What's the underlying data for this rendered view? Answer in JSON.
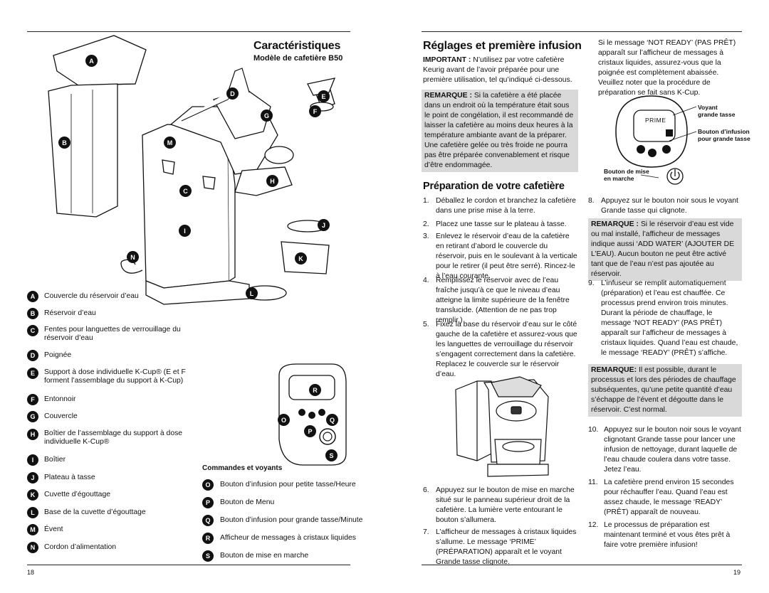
{
  "left": {
    "title": "Caractéristiques",
    "subtitle": "Modèle de cafetière B50",
    "legend": [
      {
        "k": "A",
        "t": "Couvercle du réservoir d’eau"
      },
      {
        "k": "B",
        "t": "Réservoir d’eau"
      },
      {
        "k": "C",
        "t": "Fentes pour languettes de verrouillage du réservoir d’eau"
      },
      {
        "k": "D",
        "t": "Poignée"
      },
      {
        "k": "E",
        "t": "Support à dose individuelle K-Cup® (E et F forment l’assemblage du support à K-Cup)"
      },
      {
        "k": "F",
        "t": "Entonnoir"
      },
      {
        "k": "G",
        "t": "Couvercle"
      },
      {
        "k": "H",
        "t": "Boîtier de l’assemblage du support à dose individuelle K-Cup®"
      },
      {
        "k": "I",
        "t": "Boîtier"
      },
      {
        "k": "J",
        "t": "Plateau à tasse"
      },
      {
        "k": "K",
        "t": "Cuvette d’égouttage"
      },
      {
        "k": "L",
        "t": "Base de la cuvette d’égouttage"
      },
      {
        "k": "M",
        "t": "Évent"
      },
      {
        "k": "N",
        "t": "Cordon d’alimentation"
      }
    ],
    "controls_title": "Commandes et voyants",
    "controls": [
      {
        "k": "O",
        "t": "Bouton d’infusion pour petite tasse/Heure"
      },
      {
        "k": "P",
        "t": "Bouton de Menu"
      },
      {
        "k": "Q",
        "t": "Bouton d’infusion pour grande tasse/Minute"
      },
      {
        "k": "R",
        "t": "Afficheur de messages à cristaux liquides"
      },
      {
        "k": "S",
        "t": "Bouton de mise en marche"
      }
    ],
    "page_number": "18"
  },
  "right": {
    "title": "Réglages et première infusion",
    "important_label": "IMPORTANT :",
    "important_text": " N’utilisez par votre cafetière Keurig avant de l’avoir préparée pour une première utilisation, tel qu’indiqué ci-dessous.",
    "note1_label": "REMARQUE :",
    "note1_text": " Si la cafetière a été placée dans un endroit où la température était sous le point de congélation, il est recommandé de laisser la cafetière au moins deux heures à la température ambiante avant de la préparer. Une cafetière gelée ou très froide ne pourra pas être préparée convenablement et risque d’être endommagée.",
    "section2_title": "Préparation de votre cafetière",
    "steps_a": [
      {
        "n": "1.",
        "t": "Déballez le cordon et branchez la cafetière dans une prise mise à la terre."
      },
      {
        "n": "2.",
        "t": "Placez une tasse sur le plateau à tasse."
      },
      {
        "n": "3.",
        "t": "Enlevez le réservoir d’eau de la cafetière en retirant d’abord le couvercle du réservoir, puis en le soulevant à la verticale pour le retirer (il peut être serré). Rincez-le à l’eau courante."
      },
      {
        "n": "4.",
        "t": "Remplissez le réservoir avec de l’eau fraîche jusqu’à ce que le niveau d’eau atteigne la limite supérieure de la fenêtre translucide. (Attention de ne pas trop remplir.)"
      },
      {
        "n": "5.",
        "t": "Fixez la base du réservoir d’eau sur le côté gauche de la cafetière et assurez-vous que les languettes de verrouillage du réservoir s’engagent correctement dans la cafetière. Replacez le couvercle sur le réservoir d’eau."
      }
    ],
    "steps_b": [
      {
        "n": "6.",
        "t": "Appuyez sur le bouton de mise en marche situé sur le panneau supérieur droit de la cafetière. La lumière verte entourant le bouton s’allumera."
      },
      {
        "n": "7.",
        "t": "L’afficheur de messages à cristaux liquides s’allume. Le message ‘PRIME’ (PRÉPARATION) apparaît et le voyant Grande tasse clignote."
      }
    ],
    "col2_intro": "Si le message ‘NOT READY’ (PAS PRÊT) apparaît sur l’afficheur de messages à cristaux liquides, assurez-vous que la poignée est complètement abaissée. Veuillez noter que la procédure de préparation se fait sans K-Cup.",
    "panel": {
      "prime": "PRIME",
      "voyant": "Voyant",
      "voyant2": "grande tasse",
      "bouton1": "Bouton d’infusion",
      "bouton2": "pour grande tasse",
      "power1": "Bouton de mise",
      "power2": "en marche"
    },
    "step8": {
      "n": "8.",
      "t": "Appuyez sur le bouton noir sous le voyant Grande tasse qui clignote."
    },
    "note2_label": "REMARQUE :",
    "note2_text": " Si le réservoir d’eau est vide ou mal installé, l’afficheur de messages indique aussi ‘ADD WATER’ (AJOUTER DE L’EAU). Aucun bouton ne peut être activé tant que de l’eau n’est pas ajoutée au réservoir.",
    "step9": {
      "n": "9.",
      "t": "L’infuseur se remplit automatiquement (préparation) et l’eau est chauffée. Ce processus prend environ trois minutes. Durant la période de chauffage, le message ‘NOT READY’ (PAS PRÊT) apparaît sur l’afficheur de messages à cristaux liquides. Quand l’eau est chaude, le message ‘READY’ (PRÊT) s’affiche."
    },
    "note3_label": "REMARQUE:",
    "note3_text": "  Il est possible, durant le processus et lors des périodes de chauffage subséquentes, qu’une petite quantité d’eau s’échappe de l’évent et dégoutte dans le réservoir. C’est normal.",
    "steps_c": [
      {
        "n": "10.",
        "t": "Appuyez sur le bouton noir sous le voyant clignotant Grande tasse pour lancer une infusion de nettoyage, durant laquelle de l’eau chaude coulera dans votre tasse. Jetez l’eau."
      },
      {
        "n": "11.",
        "t": "La cafetière prend environ 15 secondes pour réchauffer l’eau. Quand l’eau est assez chaude, le message ‘READY’ (PRÊT) apparaît de nouveau."
      },
      {
        "n": "12.",
        "t": "Le processus de préparation est maintenant terminé et vous êtes prêt à faire votre première infusion!"
      }
    ],
    "page_number": "19"
  }
}
